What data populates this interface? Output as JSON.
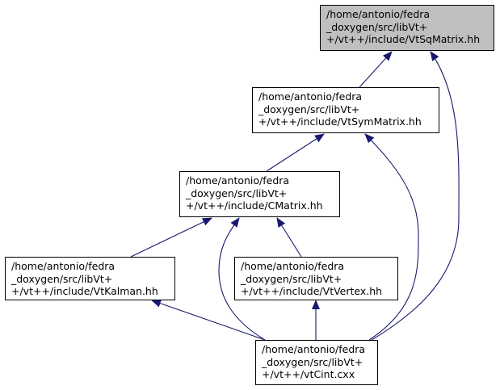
{
  "diagram": {
    "type": "include-dependency-graph",
    "colors": {
      "edge": "#191970",
      "node_border": "#000000",
      "node_fill": "#ffffff",
      "root_fill": "#bfbfbf"
    },
    "nodes": {
      "sqmatrix": {
        "lines": [
          "/home/antonio/fedra",
          "_doxygen/src/libVt+",
          "+/vt++/include/VtSqMatrix.hh"
        ]
      },
      "symmatrix": {
        "lines": [
          "/home/antonio/fedra",
          "_doxygen/src/libVt+",
          "+/vt++/include/VtSymMatrix.hh"
        ]
      },
      "cmatrix": {
        "lines": [
          "/home/antonio/fedra",
          "_doxygen/src/libVt+",
          "+/vt++/include/CMatrix.hh"
        ]
      },
      "kalman": {
        "lines": [
          "/home/antonio/fedra",
          "_doxygen/src/libVt+",
          "+/vt++/include/VtKalman.hh"
        ]
      },
      "vertex": {
        "lines": [
          "/home/antonio/fedra",
          "_doxygen/src/libVt+",
          "+/vt++/include/VtVertex.hh"
        ]
      },
      "cint": {
        "lines": [
          "/home/antonio/fedra",
          "_doxygen/src/libVt+",
          "+/vt++/vtCint.cxx"
        ]
      }
    },
    "edges": [
      {
        "from": "symmatrix",
        "to": "sqmatrix"
      },
      {
        "from": "cint",
        "to": "sqmatrix"
      },
      {
        "from": "cmatrix",
        "to": "symmatrix"
      },
      {
        "from": "cint",
        "to": "symmatrix"
      },
      {
        "from": "kalman",
        "to": "cmatrix"
      },
      {
        "from": "cint",
        "to": "cmatrix"
      },
      {
        "from": "vertex",
        "to": "cmatrix"
      },
      {
        "from": "cint",
        "to": "kalman"
      },
      {
        "from": "cint",
        "to": "vertex"
      }
    ]
  }
}
